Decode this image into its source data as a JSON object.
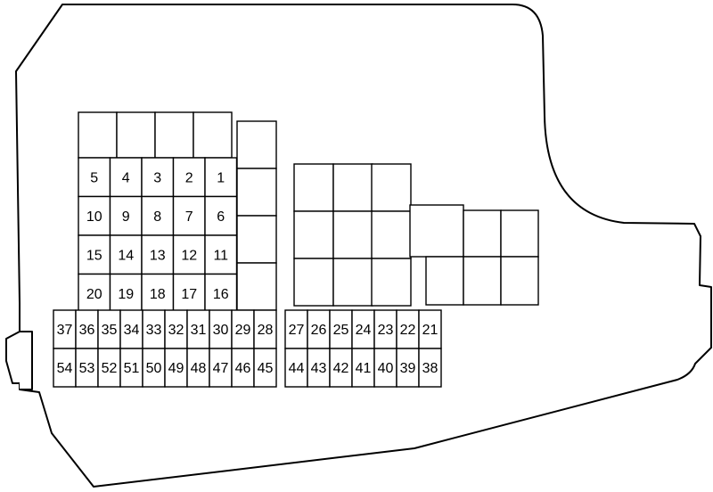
{
  "diagram": {
    "fuses": {
      "upper": [
        [
          "5",
          "4",
          "3",
          "2",
          "1"
        ],
        [
          "10",
          "9",
          "8",
          "7",
          "6"
        ],
        [
          "15",
          "14",
          "13",
          "12",
          "11"
        ],
        [
          "20",
          "19",
          "18",
          "17",
          "16"
        ]
      ],
      "lower_left": [
        [
          "37",
          "36",
          "35",
          "34",
          "33",
          "32",
          "31",
          "30",
          "29",
          "28"
        ],
        [
          "54",
          "53",
          "52",
          "51",
          "50",
          "49",
          "48",
          "47",
          "46",
          "45"
        ]
      ],
      "lower_right": [
        [
          "27",
          "26",
          "25",
          "24",
          "23",
          "22",
          "21"
        ],
        [
          "44",
          "43",
          "42",
          "41",
          "40",
          "39",
          "38"
        ]
      ]
    },
    "colors": {
      "stroke": "#000000",
      "fill": "#ffffff"
    }
  }
}
